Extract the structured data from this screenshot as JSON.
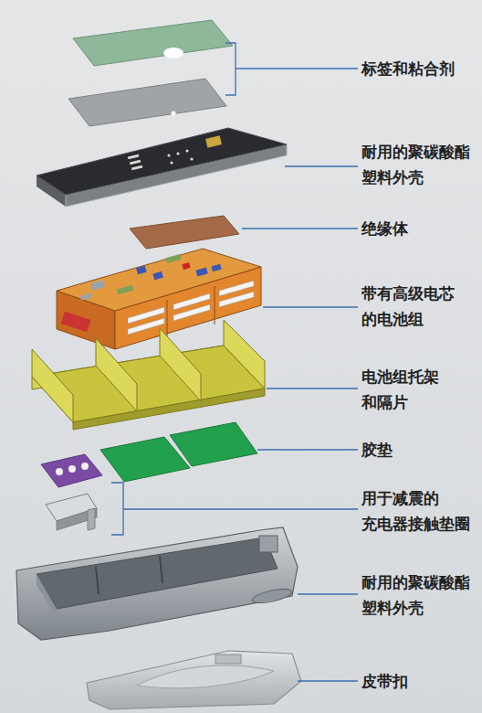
{
  "diagram": {
    "labels": [
      "标签和粘合剂",
      "耐用的聚碳酸酯 塑料外壳",
      "绝缘体",
      "带有高级电芯 的电池组",
      "电池组托架 和隔片",
      "胶垫",
      "用于减震的 充电器接触垫圈",
      "耐用的聚碳酸酯 塑料外壳",
      "皮带扣"
    ]
  }
}
